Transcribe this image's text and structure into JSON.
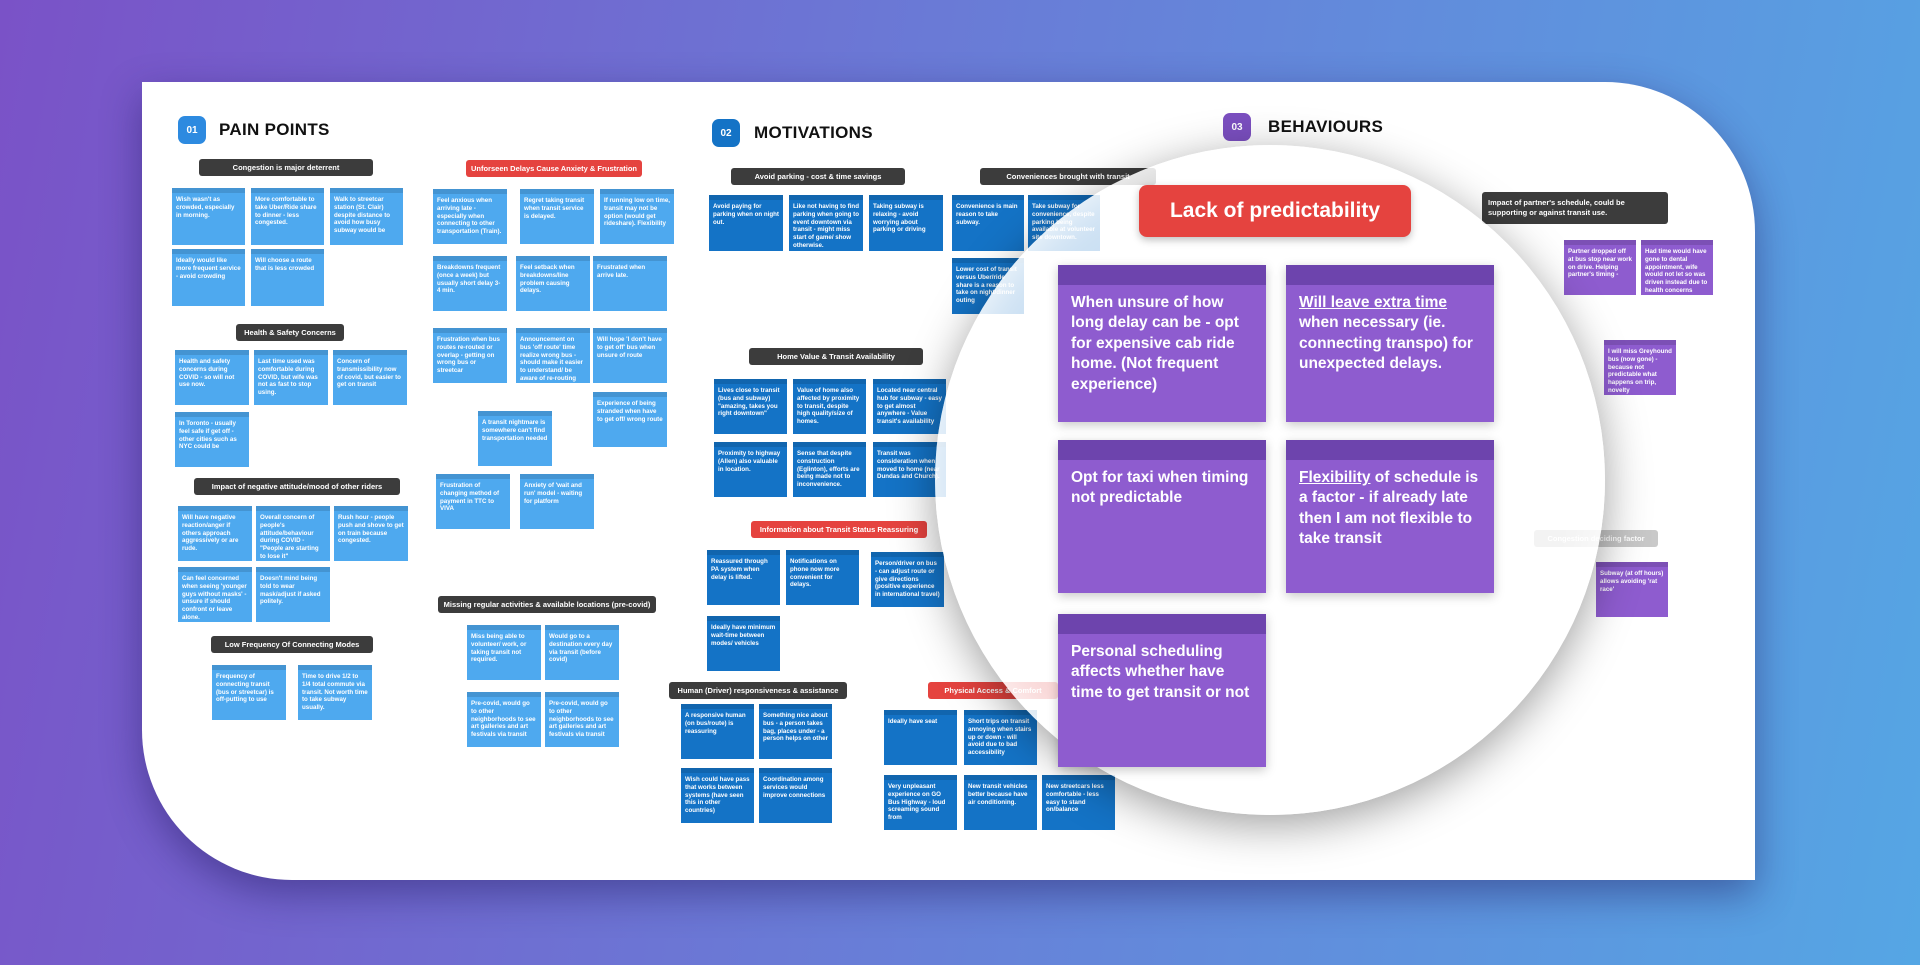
{
  "sections": [
    {
      "num": "01",
      "title": "PAIN POINTS",
      "color": "#1473c6"
    },
    {
      "num": "02",
      "title": "MOTIVATIONS",
      "color": "#1473c6"
    },
    {
      "num": "03",
      "title": "BEHAVIOURS",
      "color": "#7b4fc0"
    }
  ],
  "pain_points": {
    "labels": [
      "Congestion is major deterrent",
      "Health & Safety Concerns",
      "Impact of negative attitude/mood of other riders",
      "Low Frequency Of Connecting Modes",
      "Unforseen Delays Cause Anxiety & Frustration",
      "Missing regular activities & available locations (pre-covid)"
    ],
    "notes": [
      "Wish wasn't as crowded, especially in morning.",
      "More comfortable to take Uber/Ride share to dinner - less congested.",
      "Walk to streetcar station (St. Clair) despite distance to avoid how busy subway would be",
      "Ideally would like more frequent service - avoid crowding",
      "Will choose a route that is less crowded",
      "Health and safety concerns during COVID - so will not use now.",
      "Last time used was comfortable during COVID, but wife was not as fast to stop using.",
      "Concern of transmissibility now of covid, but easier to get on transit",
      "In Toronto - usually feel safe if get off - other cities such as NYC could be",
      "Will have negative reaction/anger if others approach aggressively or are rude.",
      "Overall concern of people's attitude/behaviour during COVID - \"People are starting to lose it\"",
      "Rush hour - people push and shove to get on train because congested.",
      "Can feel concerned when seeing 'younger guys without masks' - unsure if should confront or leave alone.",
      "Doesn't mind being told to wear mask/adjust if asked politely.",
      "Frequency of connecting transit (bus or streetcar) is off-putting to use",
      "Time to drive 1/2 to 1/4 total commute via transit. Not worth time to take subway usually.",
      "Feel anxious when arriving late - especially when connecting to other transportation (Train).",
      "Regret taking transit when transit service is delayed.",
      "If running low on time, transit may not be option (would get rideshare). Flexibility",
      "Breakdowns frequent (once a week) but usually short delay 3-4 min.",
      "Feel setback when breakdowns/line problem causing delays.",
      "Frustrated when arrive late.",
      "Frustration when bus routes re-routed or overlap - getting on wrong bus or streetcar",
      "Announcement on bus 'off route' time realize wrong bus - should make it easier to understand/ be aware of re-routing",
      "Will hope 'I don't have to get off' bus when unsure of route",
      "Experience of being stranded when have to get off/ wrong route",
      "A transit nightmare is somewhere can't find transportation needed",
      "Frustration of changing method of payment in TTC to VIVA",
      "Anxiety of 'wait and run' model - waiting for platform",
      "Miss being able to volunteer/ work, or taking transit not required.",
      "Would go to a destination every day via transit (before covid)",
      "Pre-covid, would go to other neighborhoods to see art galleries and art festivals via transit",
      "Pre-covid, would go to other neighborhoods to see art galleries and art festivals via transit"
    ]
  },
  "motivations": {
    "labels": [
      "Avoid parking - cost & time savings",
      "Conveniences brought with transit",
      "Home Value & Transit Availability",
      "Information about Transit Status Reassuring",
      "Human (Driver) responsiveness & assistance",
      "Physical Access & Comfort"
    ],
    "notes": [
      "Avoid paying for parking when on night out.",
      "Like not having to find parking when going to event downtown via transit - might miss start of game/ show otherwise.",
      "Taking subway is relaxing - avoid worrying about parking or driving",
      "Convenience is main reason to take subway.",
      "Take subway for convenience, despite parking being available at volunteer site downtown.",
      "Lower cost of transit versus Uber/ride share is a reason to take on night/dinner outing",
      "Lives close to transit (bus and subway) \"amazing, takes you right downtown\"",
      "Value of home also affected by proximity to transit, despite high quality/size of homes.",
      "Located near central hub for subway - easy to get almost anywhere - Value transit's availability",
      "Proximity to highway (Allen) also valuable in location.",
      "Sense that despite construction (Eglinton), efforts are being made not to inconvenience.",
      "Transit was consideration when moved to home (near Dundas and Church).",
      "Reassured through PA system when delay is lifted.",
      "Notifications on phone now more convenient for delays.",
      "Person/driver on bus - can adjust route or give directions (positive experience in international travel)",
      "Ideally have minimum wait-time between modes/ vehicles",
      "A responsive human (on bus/route) is reassuring",
      "Something nice about bus - a person takes bag, places under - a person helps on other",
      "Wish could have pass that works between systems (have seen this in other countries)",
      "Coordination among services would improve connections",
      "Ideally have seat",
      "Short trips on transit annoying when stairs up or down - will avoid due to bad accessibility",
      "Very unpleasant experience on GO Bus Highway - loud screaming sound from",
      "New transit vehicles better because have air conditioning.",
      "New streetcars less comfortable - less easy to stand on/balance"
    ]
  },
  "behaviours": {
    "labels": [
      "Impact of partner's schedule, could be supporting or against transit use.",
      "Congestion deciding factor"
    ],
    "notes": [
      "Partner dropped off at bus stop near work on drive. Helping partner's timing -",
      "Had time would have gone to dental appointment, wife would not let so was driven instead due to health concerns (Covid).",
      "I will miss Greyhound bus (now gone) - because not predictable what happens on trip, novelty",
      "Subway (at off hours) allows avoiding 'rat race'"
    ]
  },
  "lens": {
    "banner": "Lack of predictability",
    "cards": [
      {
        "pre": "",
        "u": "",
        "post": "When unsure of how long delay can be - opt for expensive cab ride home. (Not frequent experience)"
      },
      {
        "pre": "",
        "u": "Will leave extra time",
        "post": " when necessary (ie. connecting transpo) for unexpected delays."
      },
      {
        "pre": "",
        "u": "",
        "post": "Opt for taxi when timing not predictable"
      },
      {
        "pre": "",
        "u": "Flexibility",
        "post": " of schedule is a factor - if already late then I am not flexible to take transit"
      },
      {
        "pre": "",
        "u": "",
        "post": "Personal scheduling affects whether have time to get transit or not"
      }
    ]
  }
}
